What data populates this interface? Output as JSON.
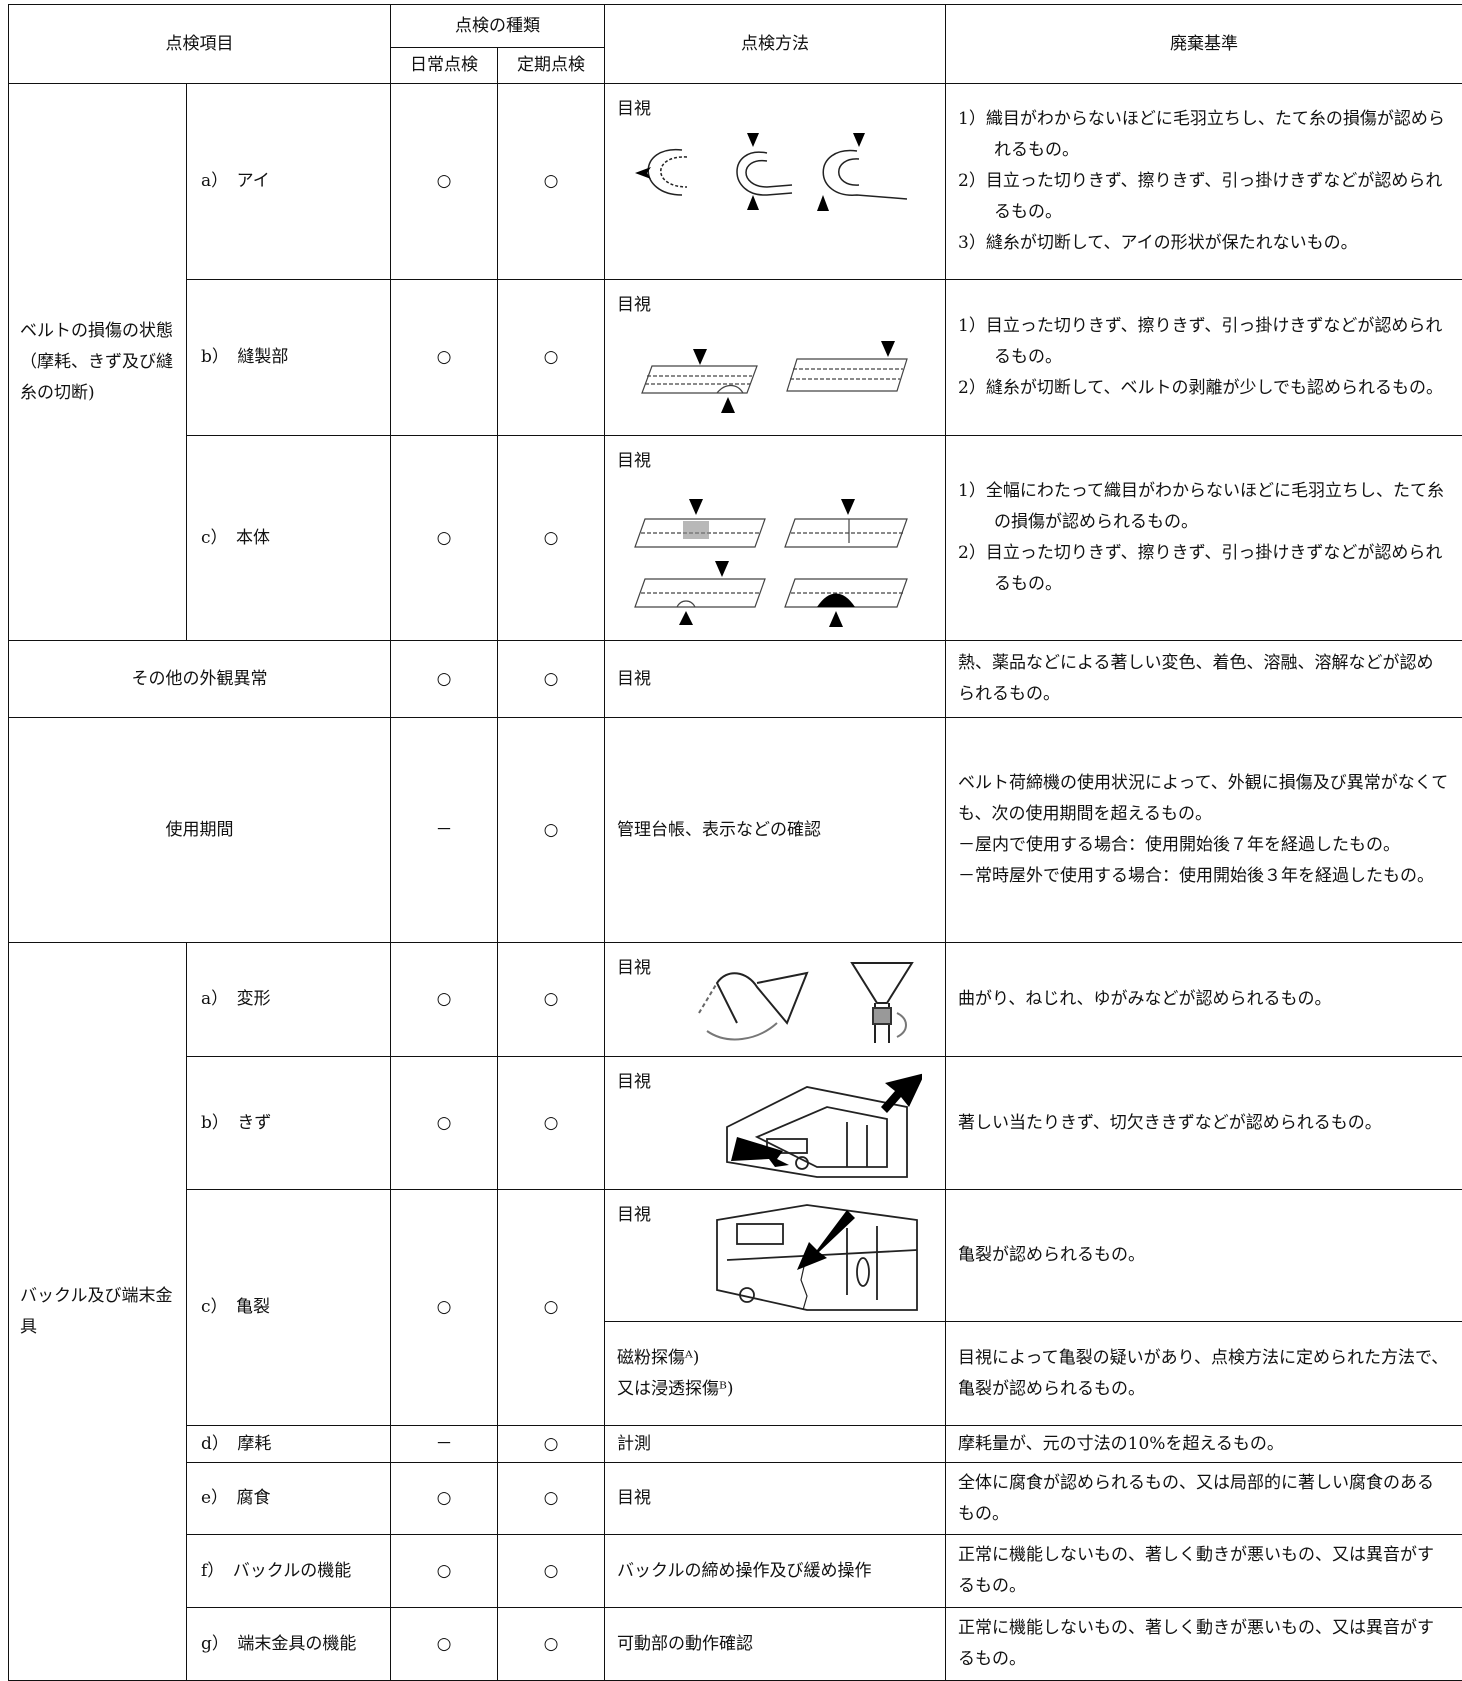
{
  "header": {
    "item": "点検項目",
    "kind": "点検の種類",
    "daily": "日常点検",
    "periodic": "定期点検",
    "method": "点検方法",
    "criteria": "廃棄基準"
  },
  "belt": {
    "label": "ベルトの損傷の状態（摩耗、きず及び縫糸の切断)",
    "eye": {
      "name": "a）　アイ",
      "daily": "○",
      "periodic": "○",
      "method": "目視",
      "criteria": [
        "1）織目がわからないほどに毛羽立ちし、たて糸の損傷が認められるもの。",
        "2）目立った切りきず、擦りきず、引っ掛けきずなどが認められるもの。",
        "3）縫糸が切断して、アイの形状が保たれないもの。"
      ]
    },
    "sewn": {
      "name": "b）　縫製部",
      "daily": "○",
      "periodic": "○",
      "method": "目視",
      "criteria": [
        "1）目立った切りきず、擦りきず、引っ掛けきずなどが認められるもの。",
        "2）縫糸が切断して、ベルトの剥離が少しでも認められるもの。"
      ]
    },
    "body": {
      "name": "c）　本体",
      "daily": "○",
      "periodic": "○",
      "method": "目視",
      "criteria": [
        "1）全幅にわたって織目がわからないほどに毛羽立ちし、たて糸の損傷が認められるもの。",
        "2）目立った切りきず、擦りきず、引っ掛けきずなどが認められるもの。"
      ]
    }
  },
  "other": {
    "label": "その他の外観異常",
    "daily": "○",
    "periodic": "○",
    "method": "目視",
    "criteria": "熱、薬品などによる著しい変色、着色、溶融、溶解などが認められるもの。"
  },
  "period": {
    "label": "使用期間",
    "daily": "－",
    "periodic": "○",
    "method": "管理台帳、表示などの確認",
    "criteria": [
      "ベルト荷締機の使用状況によって、外観に損傷及び異常がなくても、次の使用期間を超えるもの。",
      "－屋内で使用する場合：使用開始後７年を経過したもの。",
      "－常時屋外で使用する場合：使用開始後３年を経過したもの。"
    ]
  },
  "buckle": {
    "label": "バックル及び端末金具",
    "deform": {
      "name": "a）　変形",
      "daily": "○",
      "periodic": "○",
      "method": "目視",
      "criteria": "曲がり、ねじれ、ゆがみなどが認められるもの。"
    },
    "scratch": {
      "name": "b）　きず",
      "daily": "○",
      "periodic": "○",
      "method": "目視",
      "criteria": "著しい当たりきず、切欠ききずなどが認められるもの。"
    },
    "crack": {
      "name": "c）　亀裂",
      "daily": "○",
      "periodic": "○",
      "method1": "目視",
      "criteria1": "亀裂が認められるもの。",
      "method2a": "磁粉探傷ᴬ)",
      "method2b": "又は浸透探傷ᴮ)",
      "criteria2": "目視によって亀裂の疑いがあり、点検方法に定められた方法で、亀裂が認められるもの。"
    },
    "wear": {
      "name": "d）　摩耗",
      "daily": "－",
      "periodic": "○",
      "method": "計測",
      "criteria": "摩耗量が、元の寸法の10%を超えるもの。"
    },
    "corrosion": {
      "name": "e）　腐食",
      "daily": "○",
      "periodic": "○",
      "method": "目視",
      "criteria": "全体に腐食が認められるもの、又は局部的に著しい腐食のあるもの。"
    },
    "buckle_func": {
      "name": "f）　バックルの機能",
      "daily": "○",
      "periodic": "○",
      "method": "バックルの締め操作及び緩め操作",
      "criteria": "正常に機能しないもの、著しく動きが悪いもの、又は異音がするもの。"
    },
    "end_func": {
      "name": "g）　端末金具の機能",
      "daily": "○",
      "periodic": "○",
      "method": "可動部の動作確認",
      "criteria": "正常に機能しないもの、著しく動きが悪いもの、又は異音がするもの。"
    }
  }
}
